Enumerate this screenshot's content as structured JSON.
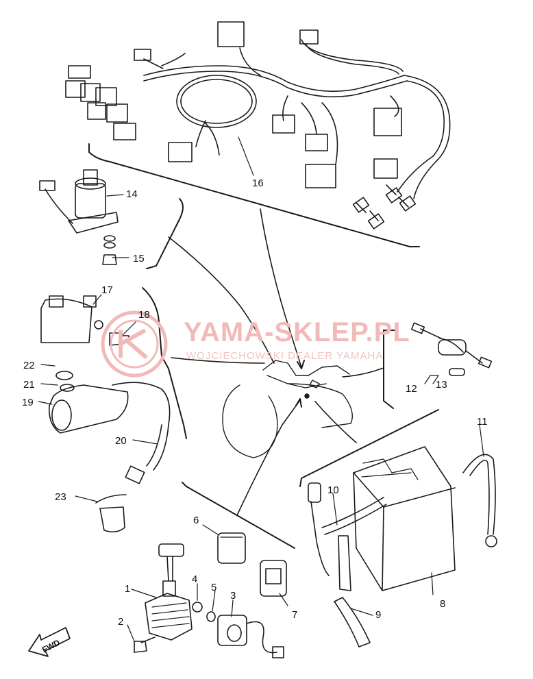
{
  "diagram": {
    "callouts": [
      "1",
      "2",
      "3",
      "4",
      "5",
      "6",
      "7",
      "8",
      "9",
      "10",
      "11",
      "12",
      "13",
      "14",
      "15",
      "16",
      "17",
      "18",
      "19",
      "20",
      "21",
      "22",
      "23"
    ],
    "watermark": {
      "title": "YAMA-SKLEP.PL",
      "subtitle": "WOJCIECHOWSKI DEALER YAMAHA"
    },
    "direction_label": "FWD",
    "colors": {
      "ink": "#1a1a1a",
      "paper": "#ffffff",
      "watermark": "#f2b9b9"
    }
  }
}
